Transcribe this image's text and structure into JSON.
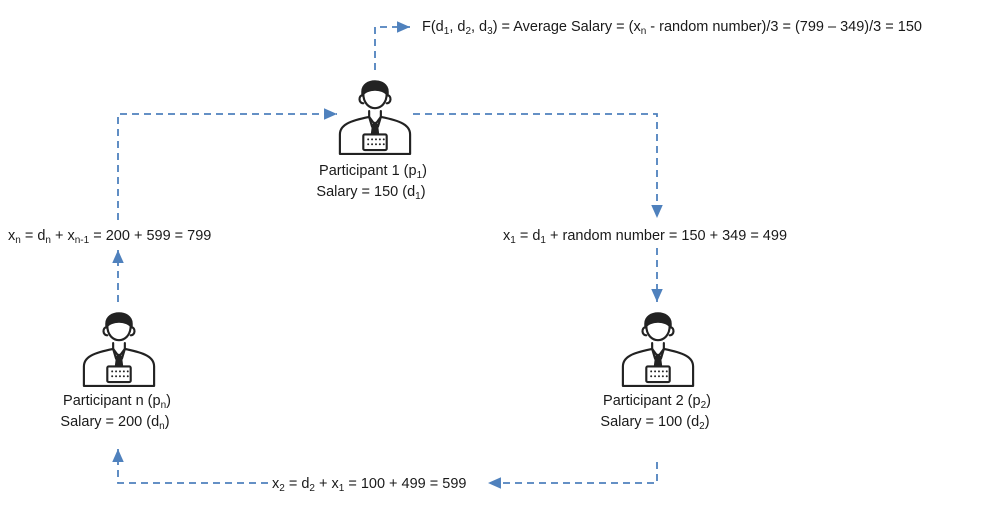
{
  "colors": {
    "connector": "#4f81bd",
    "icon_stroke": "#222222",
    "text": "#1a1a1a"
  },
  "formula_top": {
    "prefix": "F(d",
    "s1": "1",
    "c1": ", d",
    "s2": "2",
    "c2": ", d",
    "s3": "3",
    "mid": ") = Average Salary =  (x",
    "s4": "n",
    "tail": " - random number)/3 = (799 – 349)/3 = 150"
  },
  "participants": {
    "p1": {
      "icon": "businessman-icon",
      "name_a": "Participant 1 (p",
      "name_sub": "1",
      "name_b": ")",
      "sal_a": "Salary = 150 (d",
      "sal_sub": "1",
      "sal_b": ")"
    },
    "pn": {
      "icon": "businessman-icon",
      "name_a": "Participant n (p",
      "name_sub": "n",
      "name_b": ")",
      "sal_a": "Salary = 200 (d",
      "sal_sub": "n",
      "sal_b": ")"
    },
    "p2": {
      "icon": "businessman-icon",
      "name_a": "Participant 2 (p",
      "name_sub": "2",
      "name_b": ")",
      "sal_a": "Salary = 100 (d",
      "sal_sub": "2",
      "sal_b": ")"
    }
  },
  "edges": {
    "xn": {
      "a": "x",
      "s1": "n",
      "b": " = d",
      "s2": "n",
      "c": " + x",
      "s3": "n-1",
      "d": " = 200 + 599 = 799"
    },
    "x1": {
      "a": "x",
      "s1": "1",
      "b": " = d",
      "s2": "1",
      "c": " + random number = 150 + 349 = 499"
    },
    "x2": {
      "a": "x",
      "s1": "2",
      "b": " = d",
      "s2": "2",
      "c": " + x",
      "s3": "1",
      "d": " = 100 + 499 = 599"
    }
  }
}
